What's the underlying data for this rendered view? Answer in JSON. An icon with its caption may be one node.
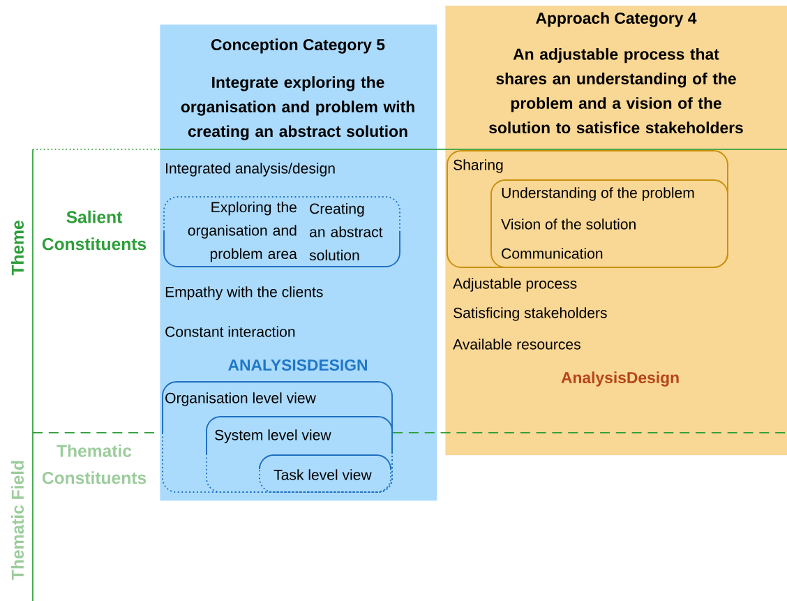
{
  "diagram": {
    "nodes": [
      {
        "text": [
          "Conception Category 5",
          "Integrate exploring the organisation and problem with creating an abstract solution",
          "Integrated analysis/design",
          "Empathy with the clients",
          "Constant interaction",
          "ANALYSISDESIGN"
        ]
      },
      {
        "text": [
          "Exploring the organisation and problem area",
          "Creating an abstract solution"
        ],
        "in": 0
      },
      {
        "text": [
          "Organisation level view"
        ],
        "in": 0
      },
      {
        "text": [
          "System level view"
        ],
        "in": 2
      },
      {
        "text": [
          "Task level view"
        ],
        "in": 3
      },
      {
        "text": [
          "Approach Category 4",
          "An adjustable process that shares an understanding of the problem and a vision of the solution to satisfice stakeholders",
          "Adjustable process",
          "Satisficing stakeholders",
          "Available resources",
          "AnalysisDesign"
        ]
      },
      {
        "text": [
          "Sharing"
        ],
        "in": 5
      },
      {
        "text": [
          "Understanding of the problem",
          "Vision of the solution",
          "Communication"
        ],
        "in": 6
      }
    ],
    "labels": [
      "Theme",
      "Salient Constituents",
      "Thematic Field",
      "Thematic Constituents"
    ]
  }
}
